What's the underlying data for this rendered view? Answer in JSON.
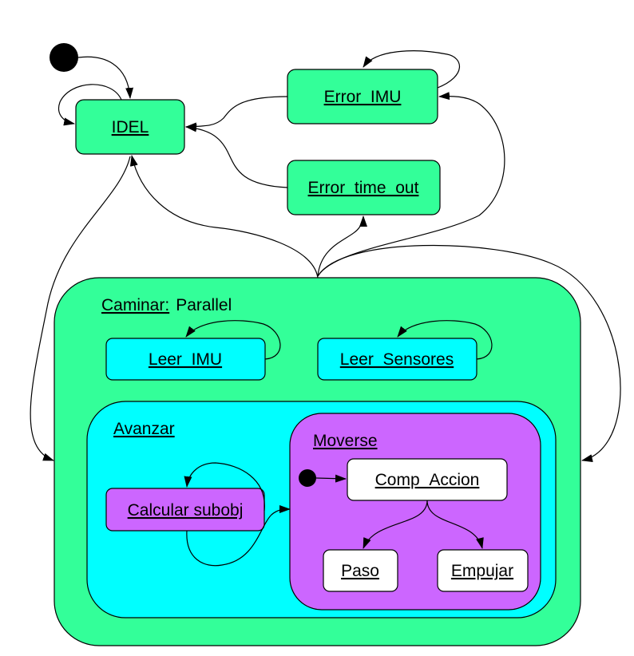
{
  "states": {
    "idel": "IDEL",
    "error_imu": "Error_IMU",
    "error_time_out": "Error_time_out",
    "caminar": "Caminar:",
    "caminar_type": "Parallel",
    "leer_imu": "Leer_IMU",
    "leer_sensores": "Leer_Sensores",
    "avanzar": "Avanzar",
    "calcular_subobj": "Calcular subobj",
    "moverse": "Moverse",
    "comp_accion": "Comp_Accion",
    "paso": "Paso",
    "empujar": "Empujar"
  },
  "colors": {
    "green": "#33ff99",
    "cyan": "#00ffff",
    "purple": "#cc66ff",
    "white": "#ffffff",
    "line": "#000000"
  }
}
